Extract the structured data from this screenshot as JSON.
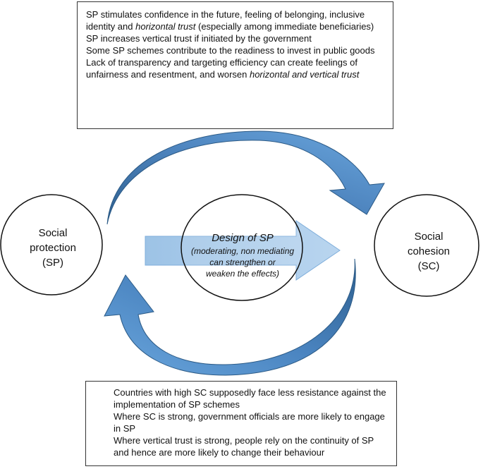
{
  "top_box": {
    "items": [
      {
        "parts": [
          {
            "text": "SP stimulates confidence in the future, feeling of belonging, inclusive identity and ",
            "italic": false
          },
          {
            "text": "horizontal trust",
            "italic": true
          },
          {
            "text": " (especially among immediate beneficiaries)",
            "italic": false
          }
        ]
      },
      {
        "parts": [
          {
            "text": "SP increases vertical trust if initiated by the government",
            "italic": false
          }
        ]
      },
      {
        "parts": [
          {
            "text": "Some SP schemes contribute to the readiness to invest in public goods",
            "italic": false
          }
        ]
      },
      {
        "parts": [
          {
            "text": "Lack of transparency and targeting efficiency can create feelings of unfairness and resentment, and worsen ",
            "italic": false
          },
          {
            "text": "horizontal and vertical trust",
            "italic": true
          }
        ]
      }
    ]
  },
  "left_circle": {
    "line1": "Social",
    "line2": "protection",
    "line3": "(SP)"
  },
  "right_circle": {
    "line1": "Social",
    "line2": "cohesion",
    "line3": "(SC)"
  },
  "center_circle": {
    "title": "Design of SP",
    "sub1": "(moderating, non mediating",
    "sub2": "can strengthen or",
    "sub3": "weaken the effects)"
  },
  "bottom_box": {
    "items": [
      "Countries with high SC supposedly face less resistance against the implementation of SP schemes",
      "Where SC is strong, government officials are more likely to engage in SP",
      "Where vertical trust is strong, people rely on the continuity of SP and hence are more likely to change their behaviour"
    ]
  },
  "colors": {
    "arrow_light": "#9dc3e6",
    "arrow_mid": "#5b9bd5",
    "arrow_dark": "#2e5f8f",
    "outline": "#111111"
  }
}
